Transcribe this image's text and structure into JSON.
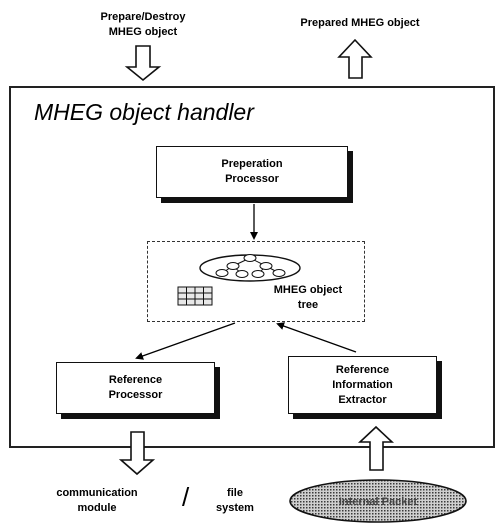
{
  "top": {
    "input_label_line1": "Prepare/Destroy",
    "input_label_line2": "MHEG object",
    "output_label": "Prepared MHEG object"
  },
  "handler": {
    "title": "MHEG object handler",
    "preparation_processor": {
      "line1": "Preperation",
      "line2": "Processor"
    },
    "tree": {
      "line1": "MHEG object",
      "line2": "tree"
    },
    "reference_processor": {
      "line1": "Reference",
      "line2": "Processor"
    },
    "reference_extractor": {
      "line1": "Reference",
      "line2": "Information",
      "line3": "Extractor"
    }
  },
  "bottom": {
    "communication_line1": "communication",
    "communication_line2": "module",
    "slash": "/",
    "file_line1": "file",
    "file_line2": "system",
    "ellipse_label": "Internal Packet"
  }
}
